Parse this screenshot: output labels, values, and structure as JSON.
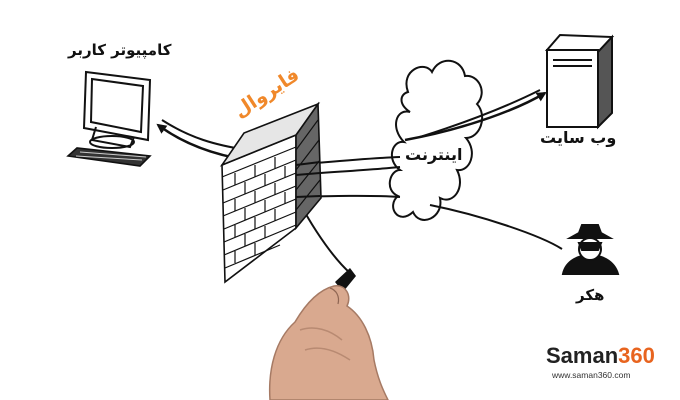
{
  "labels": {
    "computer": "کامپیوتر کاربر",
    "firewall": "فایروال",
    "internet": "اینترنت",
    "website": "وب سایت",
    "hacker": "هکر"
  },
  "brand": {
    "name_part1": "Saman",
    "name_part2": "360",
    "url": "www.saman360.com",
    "accent_color": "#e8641f"
  },
  "colors": {
    "firewall_label": "#f0882a",
    "ink": "#111111"
  },
  "icons": [
    "computer-icon",
    "keyboard-icon",
    "server-icon",
    "cloud-icon",
    "hacker-icon",
    "brick-wall-icon",
    "hand-with-marker-icon"
  ]
}
